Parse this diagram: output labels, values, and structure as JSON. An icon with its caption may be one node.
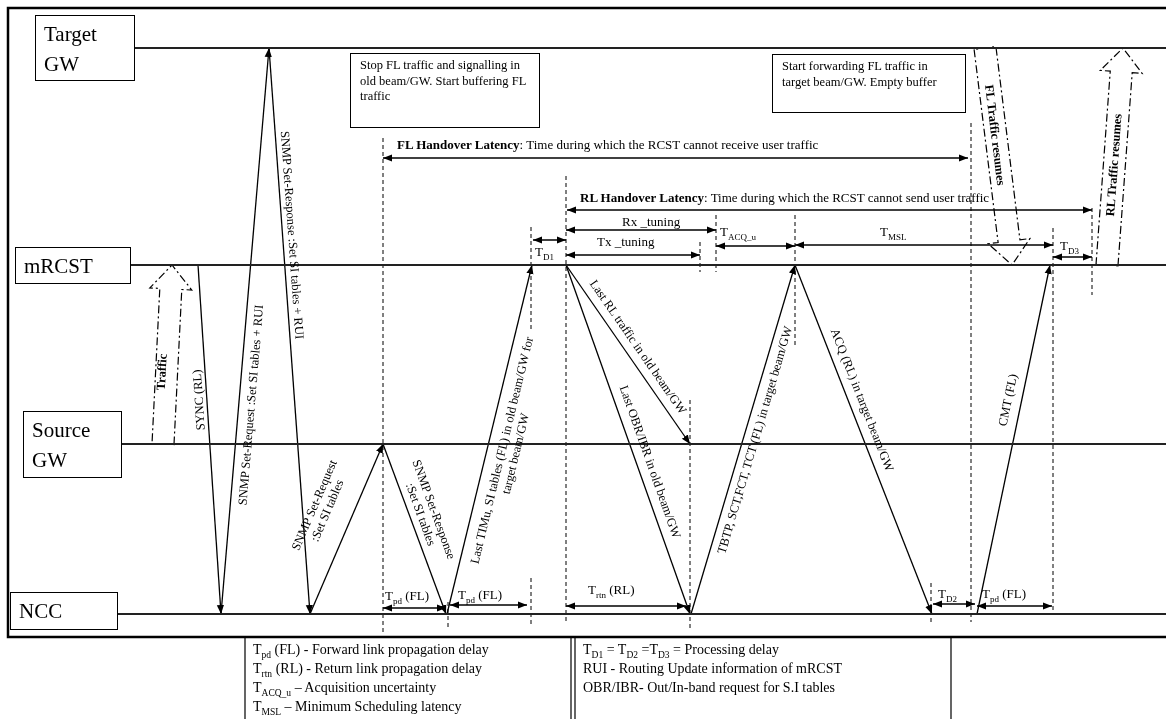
{
  "diagram": {
    "nodes": [
      {
        "text": [
          "Target GW"
        ]
      },
      {
        "text": [],
        "shape": "bar"
      },
      {
        "text": [
          "Stop FL traffic and signalling in old beam/GW. Start buffering FL traffic"
        ]
      },
      {
        "text": [
          "Start forwarding FL traffic in target beam/GW. Empty buffer"
        ]
      },
      {
        "text": [
          "mRCST"
        ]
      },
      {
        "text": [],
        "shape": "bar"
      },
      {
        "text": [
          "Source GW"
        ]
      },
      {
        "text": [],
        "shape": "bar"
      },
      {
        "text": [
          "NCC"
        ]
      },
      {
        "text": [],
        "shape": "bar"
      }
    ],
    "edges": [
      {
        "from": 5,
        "to": 9,
        "arrow": "to",
        "label": "SYNC (RL)"
      },
      {
        "from": 9,
        "to": 1,
        "arrow": "to",
        "label": "SNMP Set-Request :Set SI tables + RUI"
      },
      {
        "from": 1,
        "to": 9,
        "arrow": "to",
        "label": "SNMP Set-Response :Set SI tables + RUI"
      },
      {
        "from": 9,
        "to": 7,
        "arrow": "to",
        "label": "SNMP Set-Request :Set SI tables"
      },
      {
        "from": 7,
        "to": 9,
        "arrow": "to",
        "label": "SNMP Set-Response :Set SI tables"
      },
      {
        "from": 9,
        "to": 5,
        "arrow": "to",
        "label": "Last TIMu, SI tables (FL) in old beam/GW for target beam/GW"
      },
      {
        "from": 5,
        "to": 7,
        "arrow": "to",
        "label": "Last RL traffic in old beam/GW"
      },
      {
        "from": 5,
        "to": 9,
        "arrow": "to",
        "label": "Last OBR/IBR in old beam/GW"
      },
      {
        "from": 9,
        "to": 5,
        "arrow": "to",
        "label": "TBTP, SCT,FCT, TCT (FL) in target beam/GW"
      },
      {
        "from": 5,
        "to": 9,
        "arrow": "to",
        "label": "ACQ (RL) in target beam/GW"
      },
      {
        "from": 9,
        "to": 5,
        "arrow": "to",
        "label": "CMT (FL)"
      },
      {
        "from": 7,
        "to": 5,
        "arrow": "to",
        "label": "Traffic",
        "style": "dashed"
      },
      {
        "from": 1,
        "to": 5,
        "arrow": "to",
        "label": "FL Traffic resumes",
        "style": "dashed"
      },
      {
        "from": 5,
        "to": 1,
        "arrow": "to",
        "label": "RL Traffic resumes",
        "style": "dashed"
      }
    ],
    "labels": [
      "**FL Handover Latency**: Time during which the RCST cannot receive user traffic",
      "**RL Handover Latency**: Time during which the RCST cannot send user traffic",
      "Rx _tuning",
      "T$_{D1}$",
      "T$_{ACQ_u}$",
      "T$_{MSL}$",
      "Tx _tuning",
      "T$_{D3}$",
      "T$_{rtn}$ (RL)",
      "T$_{pd}$ (FL)",
      "T$_{pd}$ (FL)",
      "T$_{D2}$",
      "T$_{pd}$ (FL)",
      "T$_{pd}$ (FL) - Forward link propagation delay",
      "T$_{D1}$ = T$_{D2}$ =T$_{D3}$ = Processing delay",
      "T$_{rtn}$ (RL) - Return link propagation delay",
      "RUI - Routing Update information of mRCST",
      "T$_{ACQ_u}$ – Acquisition uncertainty",
      "OBR/IBR- Out/In-band request for S.I tables",
      "T$_{MSL}$ – Minimum Scheduling latency"
    ]
  }
}
